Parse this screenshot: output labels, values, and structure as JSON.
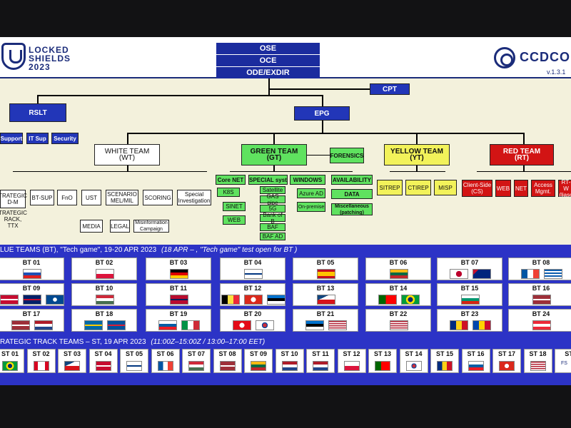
{
  "header": {
    "left_logo": [
      "LOCKED",
      "SHIELDS",
      "2023"
    ],
    "right_logo": "CCDCOE",
    "version": "v.1.3.1",
    "nav": [
      "OSE",
      "OCE",
      "ODE/EXDIR"
    ],
    "cpt": "CPT"
  },
  "org": {
    "rslt": "RSLT",
    "rslt_children": [
      "Support",
      "IT Sup",
      "Security"
    ],
    "epg": "EPG",
    "white_team": "WHITE TEAM\n(WT)",
    "white_children": [
      "TRATEGIC\nD-M",
      "BT-SUP",
      "FnO",
      "UST",
      "SCENARIO\nMEL/MIL",
      "SCORING",
      "Special\nInvestigation"
    ],
    "white_strategic_note": "TRATEGIC\nRACK, TTX",
    "white_sub": [
      "MEDIA",
      "LEGAL",
      "Misinformation\nCampaign"
    ],
    "green_team": "GREEN TEAM\n(GT)",
    "forensics": "FORENSICS",
    "green_children": [
      "Core NET",
      "SPECIAL syst",
      "WINDOWS",
      "AVAILABILITY"
    ],
    "core_net_sub": [
      "K8S",
      "SINET",
      "WEB"
    ],
    "special_sub": [
      "Satellite",
      "GAS pipe",
      "5G",
      "Bank of B",
      "BAF",
      "BAF AD"
    ],
    "windows_sub": [
      "Azure AD",
      "On-premise"
    ],
    "availability_sub": [
      "DATA",
      "Miscellaneous\n(patching)"
    ],
    "yellow_team": "YELLOW TEAM\n(YT)",
    "yellow_children": [
      "SITREP",
      "CTIREP",
      "MISP"
    ],
    "red_team": "RED TEAM\n(RT)",
    "red_children": [
      "Client-Side\n(CS)",
      "WEB",
      "NET",
      "Access\nMgmt.",
      "RT-W\n(liaso"
    ]
  },
  "blue_teams": {
    "heading": "LUE TEAMS (BT), \"Tech game\", 19-20 APR 2023",
    "heading_note": "(18 APR – , \"Tech game\" test open for BT )",
    "teams": [
      {
        "label": "BT 01",
        "flags": [
          "slovakia"
        ]
      },
      {
        "label": "BT 02",
        "flags": [
          "poland"
        ]
      },
      {
        "label": "BT 03",
        "flags": [
          "germany"
        ]
      },
      {
        "label": "BT 04",
        "flags": [
          "finland"
        ]
      },
      {
        "label": "BT 05",
        "flags": [
          "spain"
        ]
      },
      {
        "label": "BT 06",
        "flags": [
          "lithuania"
        ]
      },
      {
        "label": "BT 07",
        "flags": [
          "japan",
          "australia"
        ]
      },
      {
        "label": "BT 08",
        "flags": [
          "france",
          "greece"
        ]
      },
      {
        "label": "BT 09",
        "flags": [
          "denmark",
          "uk",
          "nato"
        ]
      },
      {
        "label": "BT 10",
        "flags": [
          "hungary"
        ]
      },
      {
        "label": "BT 11",
        "flags": [
          "norway"
        ]
      },
      {
        "label": "BT 12",
        "flags": [
          "belgium",
          "switzerland",
          "estonia"
        ]
      },
      {
        "label": "BT 13",
        "flags": [
          "czech"
        ]
      },
      {
        "label": "BT 14",
        "flags": [
          "portugal",
          "brazil"
        ]
      },
      {
        "label": "BT 15",
        "flags": [
          "bulgaria"
        ]
      },
      {
        "label": "BT 16",
        "flags": [
          "latvia"
        ]
      },
      {
        "label": "BT 17",
        "flags": [
          "latvia",
          "netherlands"
        ]
      },
      {
        "label": "BT 18",
        "flags": [
          "sweden",
          "iceland"
        ]
      },
      {
        "label": "BT 19",
        "flags": [
          "slovenia",
          "italy"
        ]
      },
      {
        "label": "BT 20",
        "flags": [
          "turkey",
          "korea"
        ]
      },
      {
        "label": "BT 21",
        "flags": [
          "estonia",
          "usa"
        ]
      },
      {
        "label": "BT 22",
        "flags": [
          "usa"
        ]
      },
      {
        "label": "BT 23",
        "flags": [
          "romania",
          "moldova"
        ]
      },
      {
        "label": "BT 24",
        "flags": [
          "austria"
        ]
      }
    ]
  },
  "strategic_teams": {
    "heading": "RATEGIC TRACK TEAMS – ST, 19 APR 2023",
    "heading_note": "(11:00Z–15:00Z / 13:00–17:00 EET)",
    "teams": [
      {
        "label": "ST 01",
        "flag": "brazil"
      },
      {
        "label": "ST 02",
        "flag": "canada"
      },
      {
        "label": "ST 03",
        "flag": "czech"
      },
      {
        "label": "ST 04",
        "flag": "denmark"
      },
      {
        "label": "ST 05",
        "flag": "finland"
      },
      {
        "label": "ST 06",
        "flag": "france"
      },
      {
        "label": "ST 07",
        "flag": "hungary"
      },
      {
        "label": "ST 08",
        "flag": "latvia"
      },
      {
        "label": "ST 09",
        "flag": "lithuania"
      },
      {
        "label": "ST 10",
        "flag": "netherlands"
      },
      {
        "label": "ST 11",
        "flag": "netherlands"
      },
      {
        "label": "ST 12",
        "flag": "poland"
      },
      {
        "label": "ST 13",
        "flag": "portugal"
      },
      {
        "label": "ST 14",
        "flag": "korea"
      },
      {
        "label": "ST 15",
        "flag": "romania"
      },
      {
        "label": "ST 16",
        "flag": "slovenia"
      },
      {
        "label": "ST 17",
        "flag": "switzerland"
      },
      {
        "label": "ST 18",
        "flag": "usa"
      },
      {
        "label": "ST",
        "flag": "partial"
      }
    ],
    "partial_label": "FS"
  },
  "colors": {
    "navy": "#1b2c7a",
    "blue_band": "#2c33c6",
    "green": "#5fe25f",
    "yellow": "#f2f25a",
    "red": "#d21414",
    "background": "#f3f1dc"
  }
}
